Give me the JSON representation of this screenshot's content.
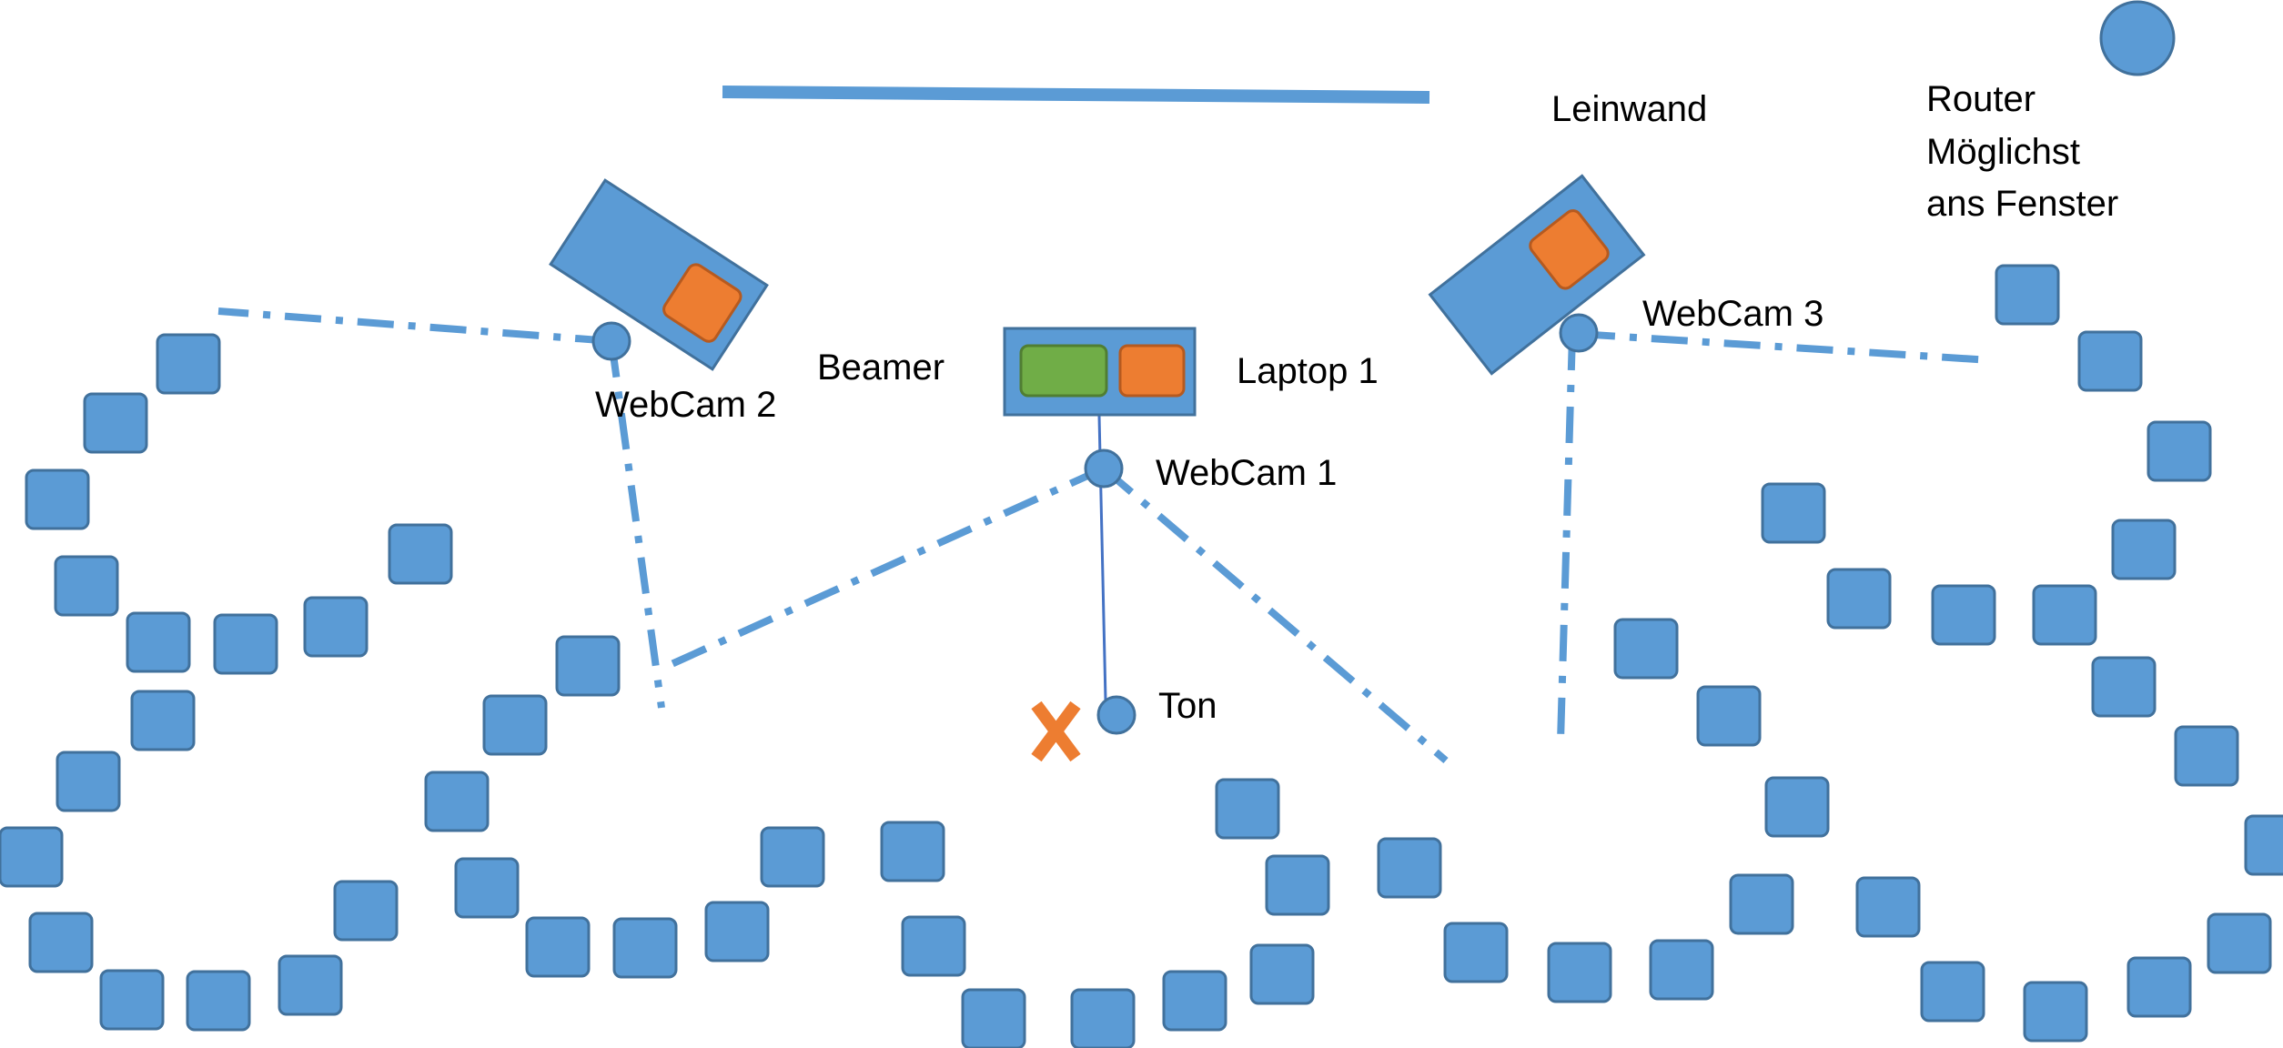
{
  "colors": {
    "shape_fill": "#5B9BD5",
    "shape_stroke": "#41719C",
    "accent_orange": "#ED7D31",
    "accent_green": "#70AD47",
    "text": "#000000"
  },
  "labels": {
    "leinwand": "Leinwand",
    "router_line1": "Router",
    "router_line2": "Möglichst",
    "router_line3": "ans Fenster",
    "beamer": "Beamer",
    "laptop": "Laptop 1",
    "webcam1": "WebCam 1",
    "webcam2": "WebCam 2",
    "webcam3": "WebCam 3",
    "ton": "Ton"
  },
  "icons": {
    "router": "circle",
    "webcam": "circle",
    "microphone": "circle",
    "tone_marker": "x-mark",
    "seat": "rounded-square"
  }
}
